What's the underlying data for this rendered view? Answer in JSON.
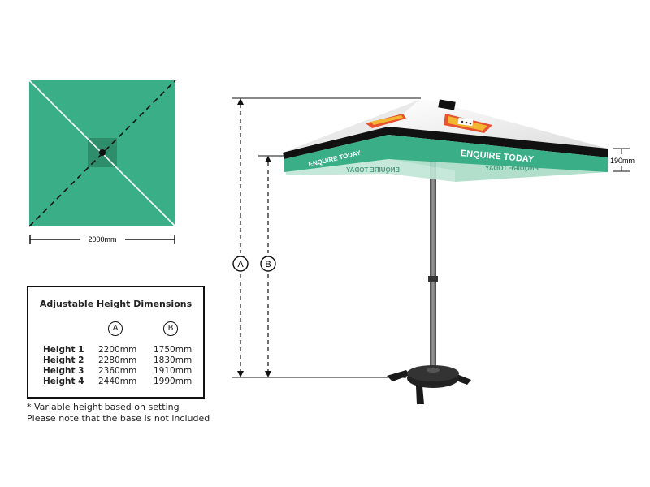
{
  "top_view": {
    "width_label": "2000mm"
  },
  "canopy": {
    "front_text": "ENQUIRE TODAY",
    "side_text": "ENQUIRE TODAY",
    "reflect_text": "ENQUIRE TODAY",
    "valance_label": "190mm"
  },
  "markers": {
    "a": "A",
    "b": "B"
  },
  "table": {
    "title": "Adjustable Height Dimensions",
    "col_a": "A",
    "col_b": "B",
    "rows": [
      {
        "label": "Height 1",
        "a": "2200mm",
        "b": "1750mm"
      },
      {
        "label": "Height 2",
        "a": "2280mm",
        "b": "1830mm"
      },
      {
        "label": "Height 3",
        "a": "2360mm",
        "b": "1910mm"
      },
      {
        "label": "Height 4",
        "a": "2440mm",
        "b": "1990mm"
      }
    ]
  },
  "notes": {
    "line1": "* Variable height based on setting",
    "line2": "Please note that the base is not included"
  },
  "colors": {
    "canopy_green": "#3aaf87",
    "dark_band": "#111111",
    "canopy_white": "#f2f2f2",
    "pole": "#6b6b6b"
  }
}
